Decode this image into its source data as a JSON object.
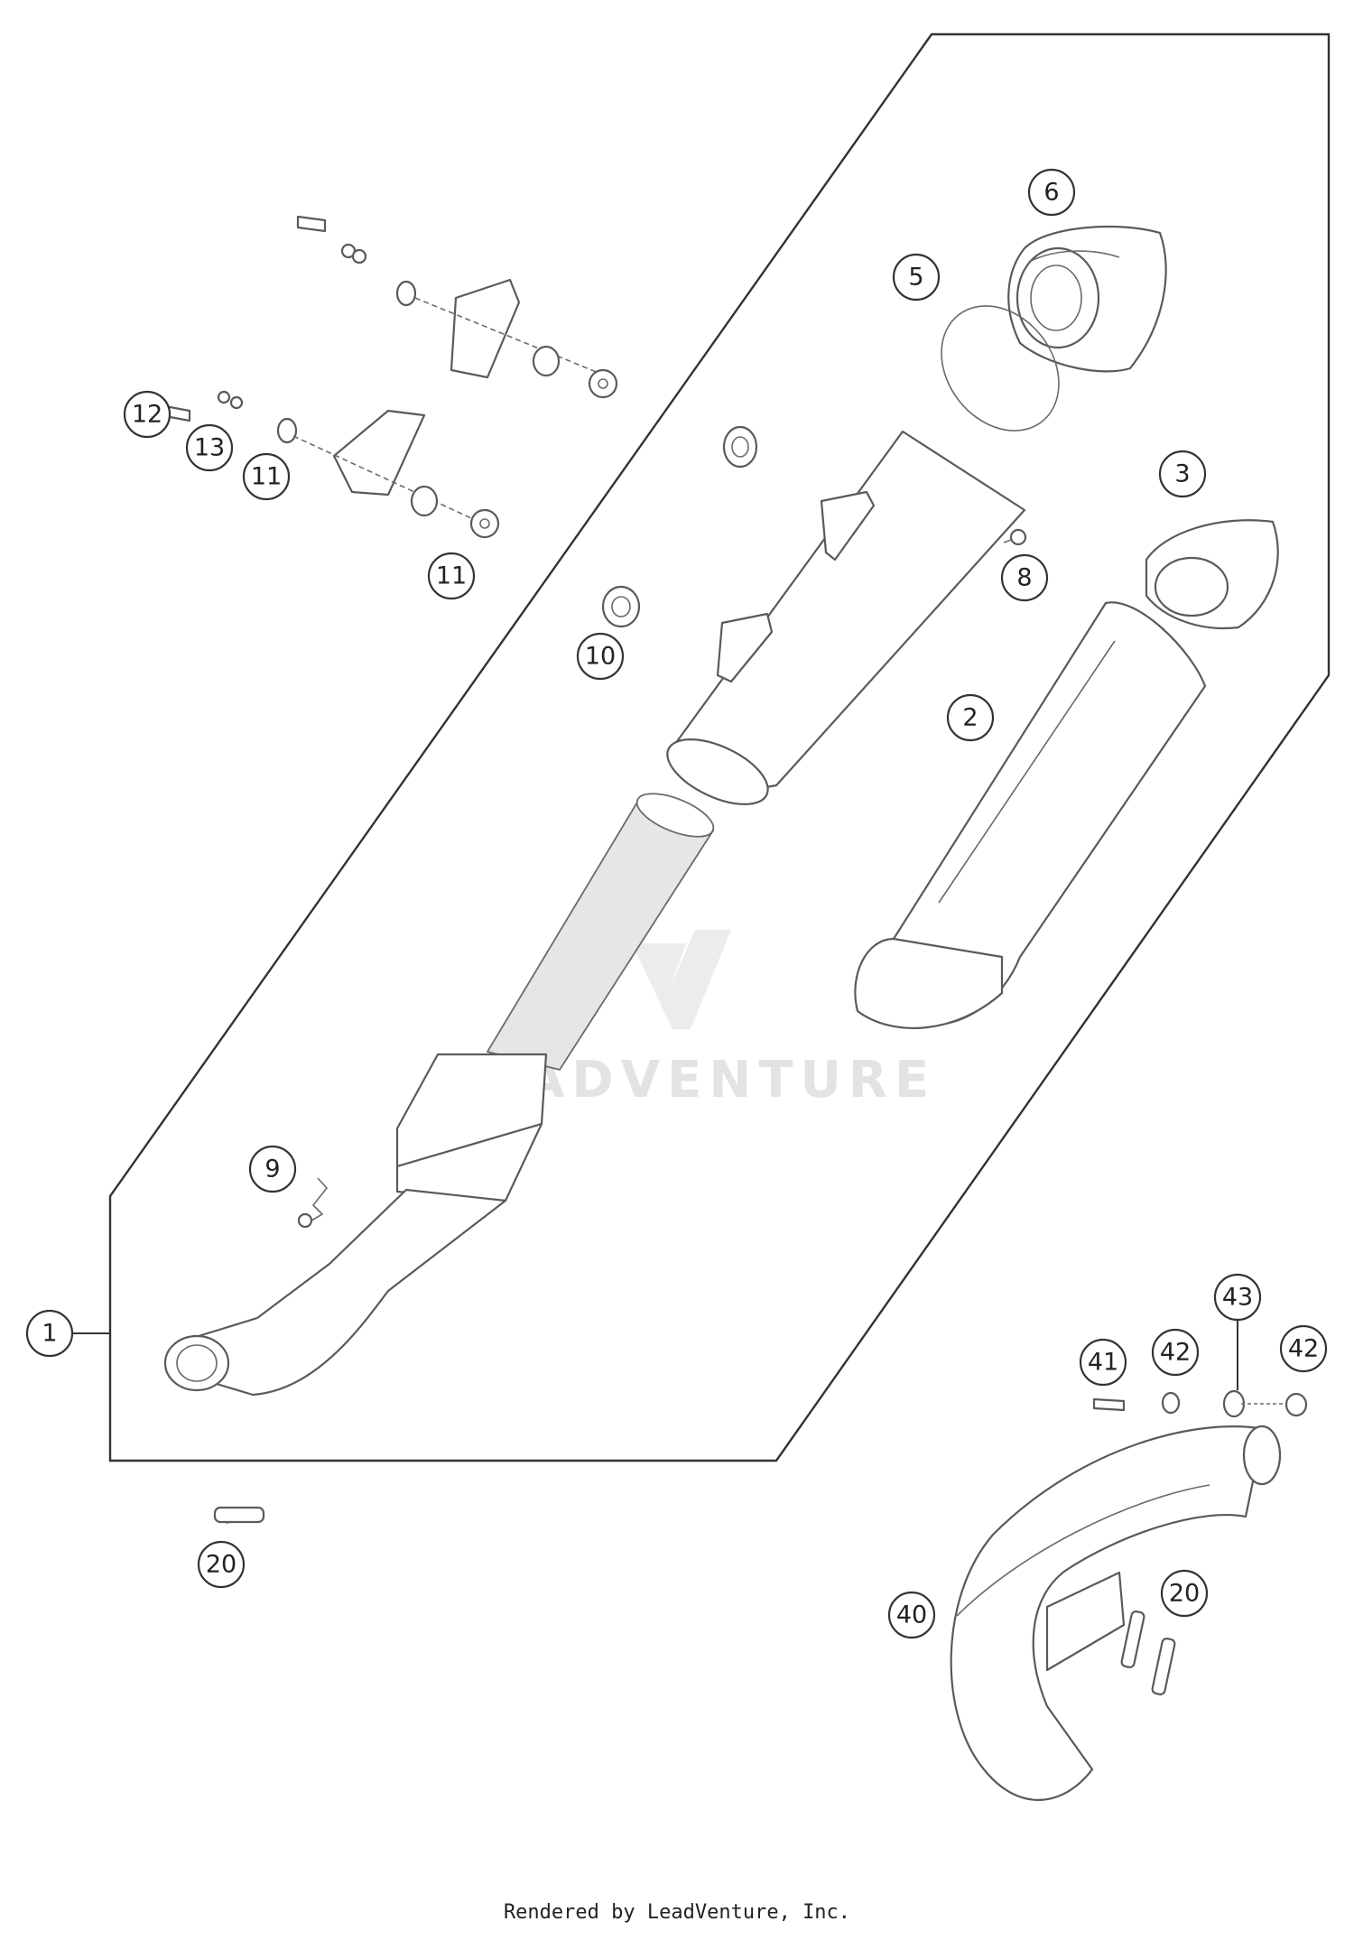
{
  "diagram": {
    "watermark": "LEADVENTURE",
    "footer": "Rendered by LeadVenture, Inc.",
    "callouts": {
      "c1": "1",
      "c2": "2",
      "c3": "3",
      "c5": "5",
      "c6": "6",
      "c8": "8",
      "c9": "9",
      "c10": "10",
      "c11a": "11",
      "c11b": "11",
      "c12": "12",
      "c13": "13",
      "c20a": "20",
      "c20b": "20",
      "c40": "40",
      "c41": "41",
      "c42a": "42",
      "c42b": "42",
      "c43": "43"
    }
  }
}
